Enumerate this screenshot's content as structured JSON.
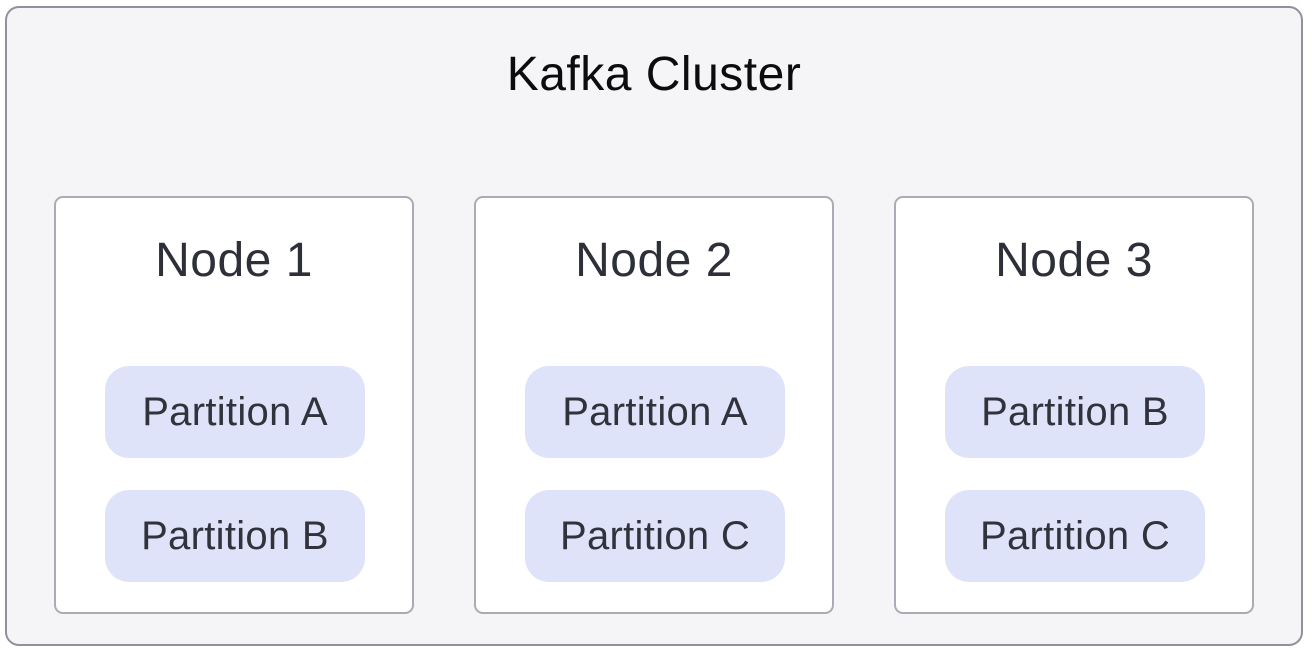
{
  "diagram": {
    "title": "Kafka Cluster",
    "nodes": [
      {
        "name": "Node 1",
        "partitions": [
          "Partition A",
          "Partition B"
        ]
      },
      {
        "name": "Node 2",
        "partitions": [
          "Partition A",
          "Partition C"
        ]
      },
      {
        "name": "Node 3",
        "partitions": [
          "Partition B",
          "Partition C"
        ]
      }
    ],
    "colors": {
      "cluster_bg": "#f5f5f7",
      "cluster_border": "#8f919b",
      "node_bg": "#ffffff",
      "node_border": "#aaacb5",
      "partition_bg": "#dfe3f9",
      "title_color": "#0c0c0e",
      "node_title_color": "#2e3039",
      "partition_text_color": "#30323c"
    }
  }
}
